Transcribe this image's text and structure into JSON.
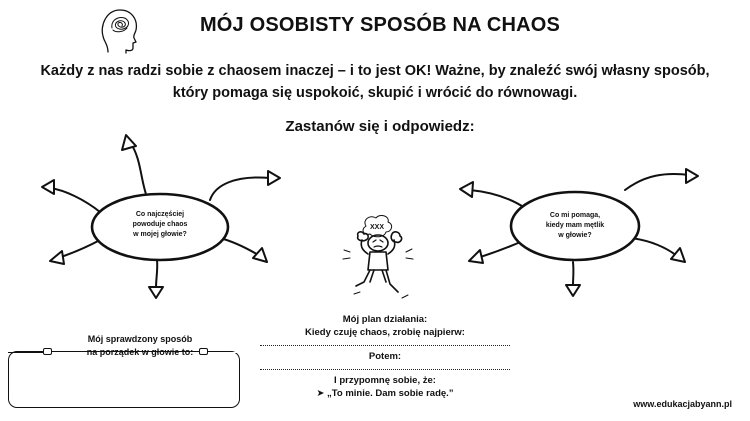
{
  "header": {
    "title": "MÓJ OSOBISTY SPOSÓB NA CHAOS",
    "icon": "head-with-scribble-icon"
  },
  "intro": {
    "line1": "Każdy z nas radzi sobie z chaosem inaczej – i to jest OK! Ważne, by znaleźć swój własny sposób,",
    "line2": "który pomaga się uspokoić, skupić i wrócić do równowagi."
  },
  "question": "Zastanów się i odpowiedz:",
  "left_bubble": {
    "line1": "Co najczęściej",
    "line2": "powoduje chaos",
    "line3": "w mojej głowie?"
  },
  "right_bubble": {
    "line1": "Co mi pomaga,",
    "line2": "kiedy mam mętlik",
    "line3": "w głowie?"
  },
  "figure": {
    "icon": "stressed-stick-figure-icon",
    "scribble_text": "XXX"
  },
  "plan": {
    "line1": "Mój plan działania:",
    "line2": "Kiedy czuję chaos, zrobię najpierw:",
    "then_label": "Potem:",
    "remind_label": "I przypomnę sobie, że:",
    "remind_quote": "➤ „To minie. Dam sobie radę.”"
  },
  "proven_way": {
    "line1": "Mój sprawdzony sposób",
    "line2": "na porządek w głowie to:"
  },
  "footer": {
    "website": "www.edukacjabyann.pl"
  }
}
